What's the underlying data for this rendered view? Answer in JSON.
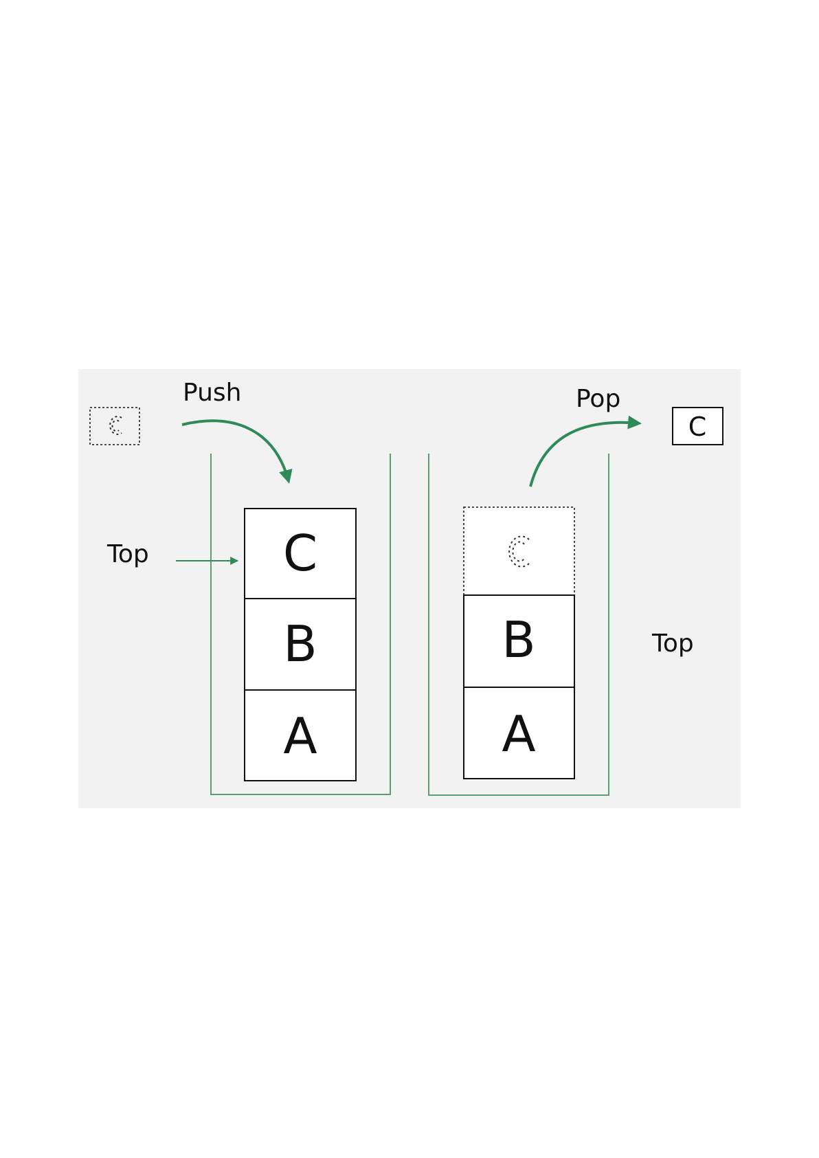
{
  "push": {
    "label": "Push",
    "incoming_item": "C",
    "top_label": "Top",
    "stack_items": [
      "C",
      "B",
      "A"
    ]
  },
  "pop": {
    "label": "Pop",
    "outgoing_item": "C",
    "top_label": "Top",
    "ghost_item": "C",
    "stack_items": [
      "B",
      "A"
    ]
  },
  "colors": {
    "panel_background": "#f2f2f2",
    "container_stroke": "#5a9e6f",
    "arrow": "#2e8b57",
    "box_stroke": "#111111",
    "box_fill": "#ffffff"
  }
}
